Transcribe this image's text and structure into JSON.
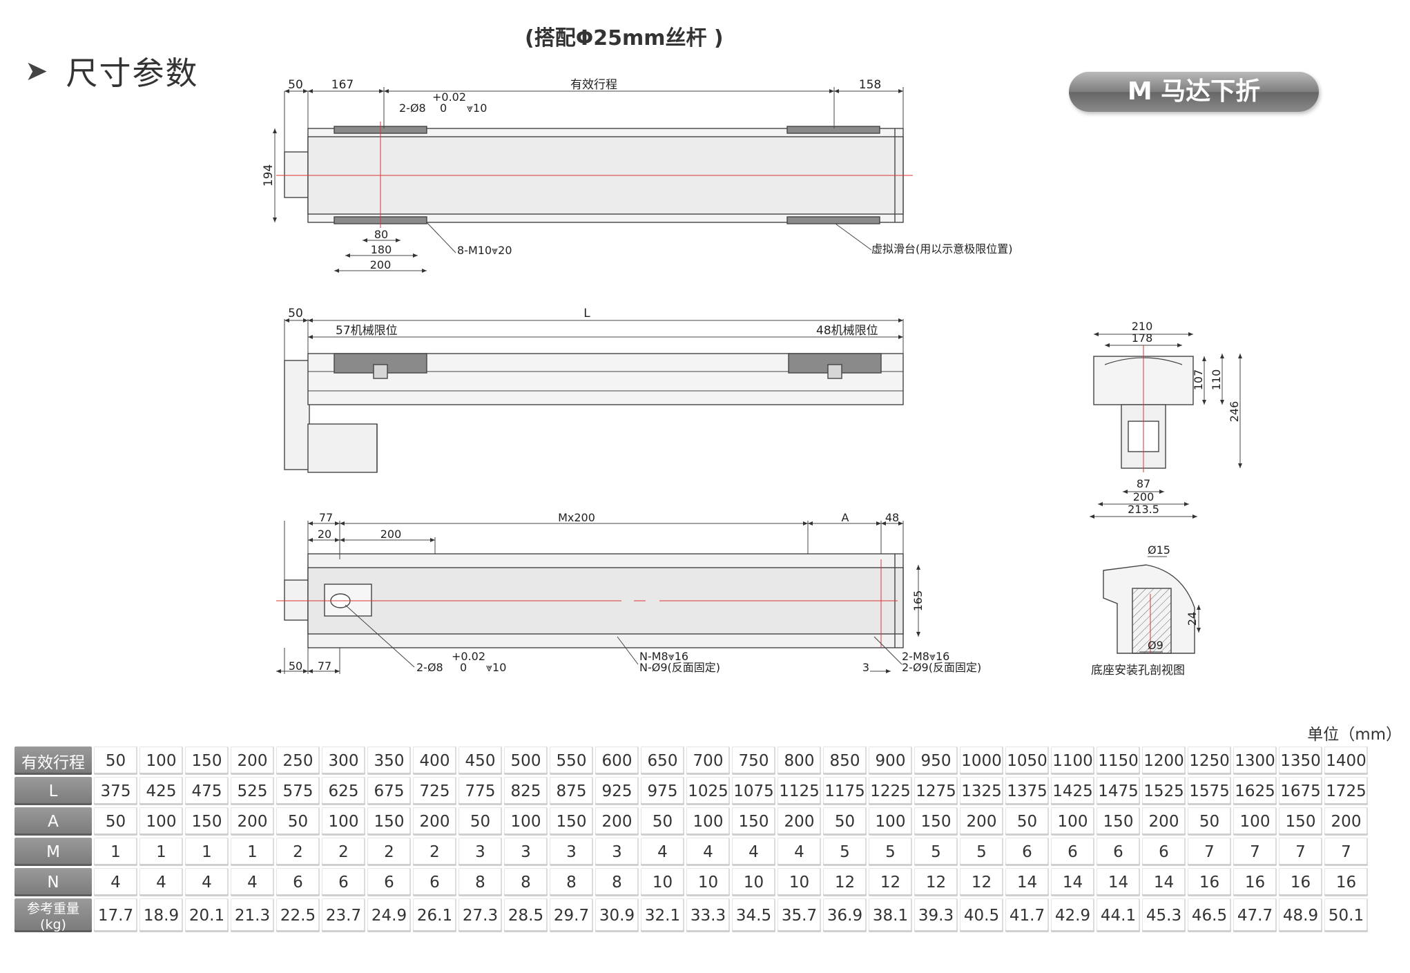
{
  "section": {
    "title": "尺寸参数"
  },
  "subtitle": "(搭配Φ25mm丝杆 )",
  "badge": "M 马达下折",
  "unit": "单位（mm）",
  "drawing": {
    "top_view": {
      "d50": "50",
      "d167": "167",
      "stroke": "有效行程",
      "d158": "158",
      "tol": "+0.02",
      "hole": "2-Ø8",
      "zero": "0",
      "depth": "⩔10",
      "d194": "194",
      "d80": "80",
      "d180": "180",
      "d200": "200",
      "screw": "8-M10⩔20",
      "virtual": "虚拟滑台(用以示意极限位置)"
    },
    "side_view": {
      "d50": "50",
      "L": "L",
      "limit57": "57机械限位",
      "limit48": "48机械限位"
    },
    "bottom_view": {
      "d77": "77",
      "d20": "20",
      "d200": "200",
      "mx": "Mx200",
      "A": "A",
      "d48": "48",
      "d165": "165",
      "d50b": "50",
      "d77b": "77",
      "tol": "+0.02",
      "hole": "2-Ø8",
      "zero": "0",
      "depth": "⩔10",
      "n_m8": "N-M8⩔16",
      "n_d9": "N-Ø9(反面固定)",
      "d3": "3",
      "m8": "2-M8⩔16",
      "d9": "2-Ø9(反面固定)"
    },
    "end_view": {
      "d210": "210",
      "d178": "178",
      "d107": "107",
      "d110": "110",
      "d246": "246",
      "d87": "87",
      "d200": "200",
      "d213": "213.5"
    },
    "section_view": {
      "d15": "Ø15",
      "d24": "24",
      "d9": "Ø9",
      "caption": "底座安装孔剖视图"
    }
  },
  "table": {
    "rows": [
      {
        "label": "有效行程",
        "values": [
          "50",
          "100",
          "150",
          "200",
          "250",
          "300",
          "350",
          "400",
          "450",
          "500",
          "550",
          "600",
          "650",
          "700",
          "750",
          "800",
          "850",
          "900",
          "950",
          "1000",
          "1050",
          "1100",
          "1150",
          "1200",
          "1250",
          "1300",
          "1350",
          "1400"
        ]
      },
      {
        "label": "L",
        "values": [
          "375",
          "425",
          "475",
          "525",
          "575",
          "625",
          "675",
          "725",
          "775",
          "825",
          "875",
          "925",
          "975",
          "1025",
          "1075",
          "1125",
          "1175",
          "1225",
          "1275",
          "1325",
          "1375",
          "1425",
          "1475",
          "1525",
          "1575",
          "1625",
          "1675",
          "1725"
        ]
      },
      {
        "label": "A",
        "values": [
          "50",
          "100",
          "150",
          "200",
          "50",
          "100",
          "150",
          "200",
          "50",
          "100",
          "150",
          "200",
          "50",
          "100",
          "150",
          "200",
          "50",
          "100",
          "150",
          "200",
          "50",
          "100",
          "150",
          "200",
          "50",
          "100",
          "150",
          "200"
        ]
      },
      {
        "label": "M",
        "values": [
          "1",
          "1",
          "1",
          "1",
          "2",
          "2",
          "2",
          "2",
          "3",
          "3",
          "3",
          "3",
          "4",
          "4",
          "4",
          "4",
          "5",
          "5",
          "5",
          "5",
          "6",
          "6",
          "6",
          "6",
          "7",
          "7",
          "7",
          "7"
        ]
      },
      {
        "label": "N",
        "values": [
          "4",
          "4",
          "4",
          "4",
          "6",
          "6",
          "6",
          "6",
          "8",
          "8",
          "8",
          "8",
          "10",
          "10",
          "10",
          "10",
          "12",
          "12",
          "12",
          "12",
          "14",
          "14",
          "14",
          "14",
          "16",
          "16",
          "16",
          "16"
        ]
      },
      {
        "label": "参考重量(kg)",
        "values": [
          "17.7",
          "18.9",
          "20.1",
          "21.3",
          "22.5",
          "23.7",
          "24.9",
          "26.1",
          "27.3",
          "28.5",
          "29.7",
          "30.9",
          "32.1",
          "33.3",
          "34.5",
          "35.7",
          "36.9",
          "38.1",
          "39.3",
          "40.5",
          "41.7",
          "42.9",
          "44.1",
          "45.3",
          "46.5",
          "47.7",
          "48.9",
          "50.1"
        ]
      }
    ]
  }
}
